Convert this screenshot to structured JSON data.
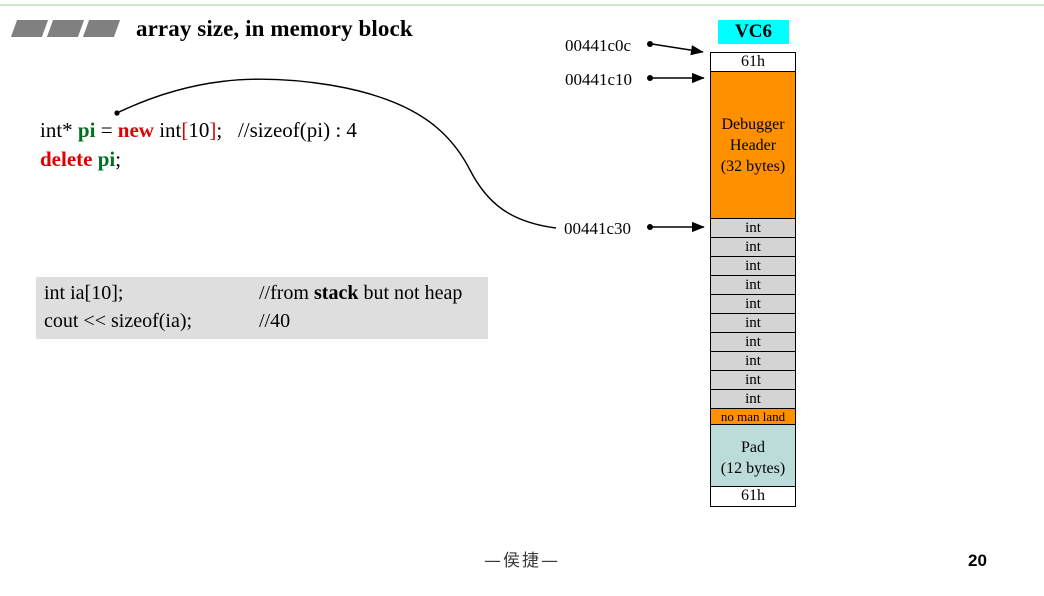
{
  "slide": {
    "title": "array size, in memory block",
    "bullet_marks": 3,
    "page_number": "20",
    "footer": "—侯捷—",
    "top_rule_color": "#cfe8cd"
  },
  "code_heap": {
    "line1": [
      {
        "text": "int* ",
        "style": "plain"
      },
      {
        "text": "pi",
        "style": "green-bold"
      },
      {
        "text": " = ",
        "style": "plain"
      },
      {
        "text": "new",
        "style": "red-bold"
      },
      {
        "text": " int",
        "style": "plain"
      },
      {
        "text": "[",
        "style": "red"
      },
      {
        "text": "10",
        "style": "plain"
      },
      {
        "text": "]",
        "style": "red"
      },
      {
        "text": ";",
        "style": "plain"
      },
      {
        "text": "   //sizeof(pi) : 4",
        "style": "comment"
      }
    ],
    "line1_plain": "int* pi = new int[10];   //sizeof(pi) : 4",
    "line2": [
      {
        "text": "delete",
        "style": "red-bold"
      },
      {
        "text": " ",
        "style": "plain"
      },
      {
        "text": "pi",
        "style": "green-bold"
      },
      {
        "text": ";",
        "style": "plain"
      }
    ],
    "line2_plain": "delete pi;"
  },
  "stack_box": {
    "row1_code": "int ia[10];",
    "row1_comment_pre": "//from ",
    "row1_comment_bold": "stack",
    "row1_comment_post": " but not heap",
    "row2_code": "cout << sizeof(ia);",
    "row2_comment": "//40",
    "background": "#dedede"
  },
  "addresses": [
    {
      "label": "00441c0c"
    },
    {
      "label": "00441c10"
    },
    {
      "label": "00441c30"
    }
  ],
  "mem_block": {
    "badge": "VC6",
    "badge_color": "#00ffff",
    "cells": [
      {
        "name": "cookie-top",
        "label": "61h",
        "color": "#ffffff"
      },
      {
        "name": "debug-header",
        "label": "Debugger\nHeader\n(32 bytes)",
        "line1": "Debugger",
        "line2": "Header",
        "line3": "(32 bytes)",
        "color": "#ff9000"
      },
      {
        "name": "int-1",
        "label": "int",
        "color": "#d4d4d4"
      },
      {
        "name": "int-2",
        "label": "int",
        "color": "#d4d4d4"
      },
      {
        "name": "int-3",
        "label": "int",
        "color": "#d4d4d4"
      },
      {
        "name": "int-4",
        "label": "int",
        "color": "#d4d4d4"
      },
      {
        "name": "int-5",
        "label": "int",
        "color": "#d4d4d4"
      },
      {
        "name": "int-6",
        "label": "int",
        "color": "#d4d4d4"
      },
      {
        "name": "int-7",
        "label": "int",
        "color": "#d4d4d4"
      },
      {
        "name": "int-8",
        "label": "int",
        "color": "#d4d4d4"
      },
      {
        "name": "int-9",
        "label": "int",
        "color": "#d4d4d4"
      },
      {
        "name": "int-10",
        "label": "int",
        "color": "#d4d4d4"
      },
      {
        "name": "no-man-land",
        "label": "no man land",
        "color": "#ff9000"
      },
      {
        "name": "pad",
        "label": "Pad\n(12 bytes)",
        "line1": "Pad",
        "line2": "(12 bytes)",
        "color": "#bcdcda"
      },
      {
        "name": "cookie-bottom",
        "label": "61h",
        "color": "#ffffff"
      }
    ],
    "int_count": 10
  }
}
